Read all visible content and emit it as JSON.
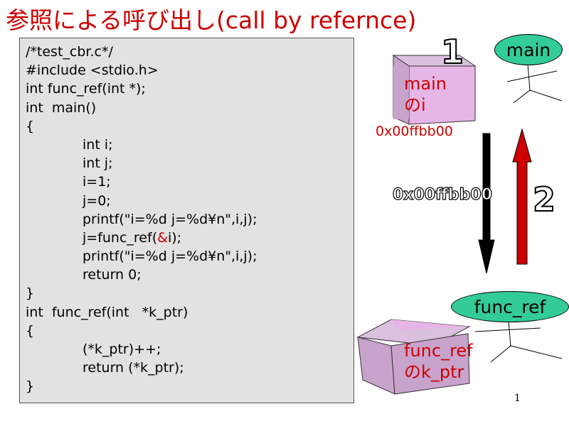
{
  "title": "参照による呼び出し(call by refernce)",
  "code_lines": [
    {
      "text": "/*test_cbr.c*/",
      "indent": false
    },
    {
      "text": "#include <stdio.h>",
      "indent": false
    },
    {
      "text": "int func_ref(int *);",
      "indent": false
    },
    {
      "text": "int  main()",
      "indent": false
    },
    {
      "text": "{",
      "indent": false
    },
    {
      "text": "int i;",
      "indent": true
    },
    {
      "text": "int j;",
      "indent": true
    },
    {
      "text": "i=1;",
      "indent": true
    },
    {
      "text": "j=0;",
      "indent": true
    },
    {
      "text": "printf(\"i=%d j=%d¥n\",i,j);",
      "indent": true
    },
    {
      "text": "j=func_ref(",
      "indent": true,
      "amp": "&",
      "tail": "i);"
    },
    {
      "text": "printf(\"i=%d j=%d¥n\",i,j);",
      "indent": true
    },
    {
      "text": "return 0;",
      "indent": true
    },
    {
      "text": "}",
      "indent": false
    },
    {
      "text": "int  func_ref(int   *k_ptr)",
      "indent": false
    },
    {
      "text": "{",
      "indent": false
    },
    {
      "text": "(*k_ptr)++;",
      "indent": true
    },
    {
      "text": "return (*k_ptr);",
      "indent": true
    },
    {
      "text": "}",
      "indent": false
    }
  ],
  "diagram": {
    "main_node": "main",
    "func_node": "func_ref",
    "main_var_line1": "main",
    "main_var_line2": "のi",
    "main_addr": "0x00ffbb00",
    "arrow_addr": "0x00ffbb00",
    "func_var_line1": "func_ref",
    "func_var_line2": "のk_ptr",
    "step1": "1",
    "step2": "2"
  },
  "page_number": "1",
  "colors": {
    "title": "#cc0000",
    "box_front": "#c8a3cc",
    "box_side": "#e6b6e6",
    "box_top": "#dcc0e0",
    "node": "#33cc99",
    "arrow_up": "#cc0000",
    "arrow_down": "#000000"
  }
}
